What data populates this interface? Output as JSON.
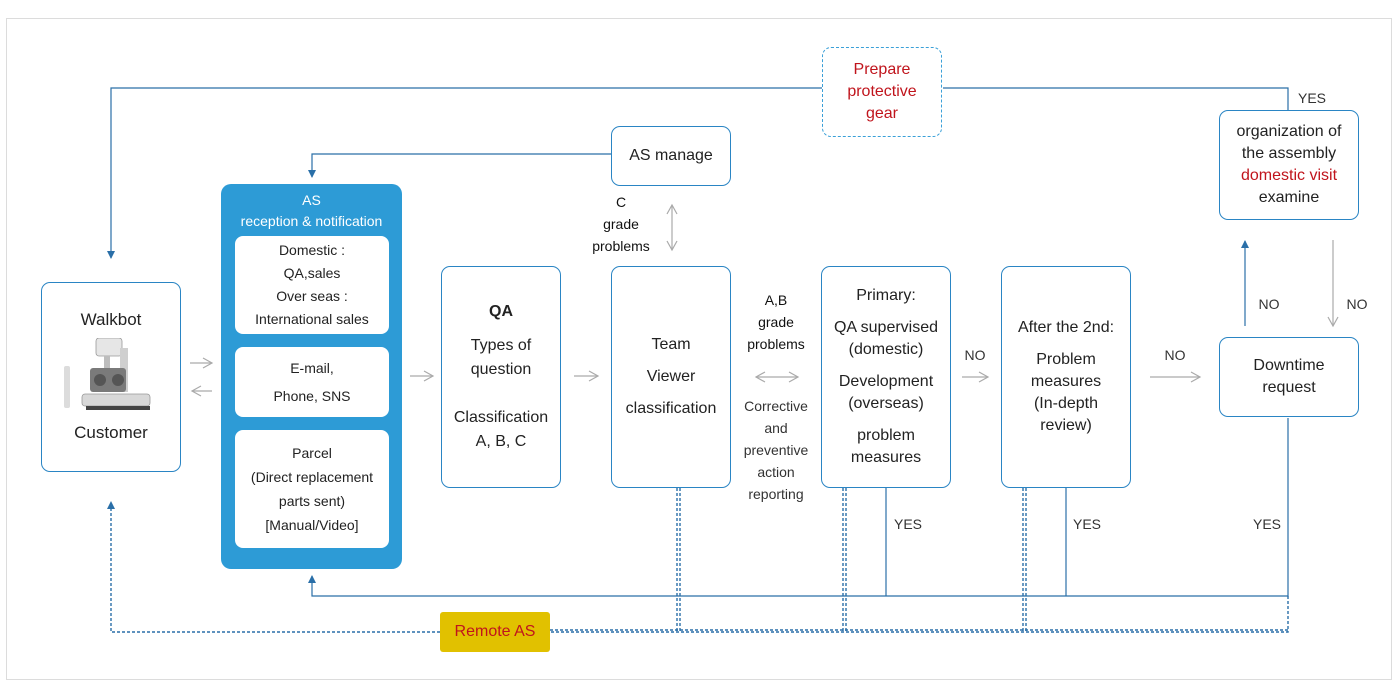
{
  "customer": {
    "title": "Walkbot",
    "subtitle": "Customer"
  },
  "prepare": {
    "lines": [
      "Prepare",
      "protective",
      "gear"
    ]
  },
  "as_manage": {
    "label": "AS manage"
  },
  "c_grade": {
    "lines": [
      "C",
      "grade",
      "problems"
    ]
  },
  "as_reception": {
    "title_lines": [
      "AS",
      "reception & notification"
    ],
    "domestic_lines": [
      "Domestic :",
      "QA,sales",
      "Over seas :",
      "International sales"
    ],
    "contact_lines": [
      "E-mail,",
      "Phone, SNS"
    ],
    "parcel_lines": [
      "Parcel",
      "(Direct replacement",
      "parts sent)",
      "[Manual/Video]"
    ]
  },
  "qa_box": {
    "title": "QA",
    "lines1": [
      "Types of",
      "question"
    ],
    "lines2": [
      "Classification",
      "A, B, C"
    ]
  },
  "team_viewer": {
    "lines": [
      "Team",
      "Viewer",
      "classification"
    ]
  },
  "ab_grade": {
    "lines": [
      "A,B",
      "grade",
      "problems"
    ]
  },
  "corrective": {
    "lines": [
      "Corrective",
      "and",
      "preventive",
      "action",
      "reporting"
    ]
  },
  "primary": {
    "lines": [
      "Primary:",
      "QA supervised",
      "(domestic)",
      "Development",
      "(overseas)",
      "problem",
      "measures"
    ]
  },
  "second": {
    "lines": [
      "After the 2nd:",
      "Problem",
      "measures",
      "(In-depth",
      "review)"
    ]
  },
  "organization": {
    "lines": [
      "organization of",
      "the assembly",
      "domestic visit",
      "examine"
    ]
  },
  "downtime": {
    "lines": [
      "Downtime",
      "request"
    ]
  },
  "labels": {
    "no1": "NO",
    "no2": "NO",
    "no3": "NO",
    "no4": "NO",
    "yes_top": "YES",
    "yes1": "YES",
    "yes2": "YES",
    "yes3": "YES"
  },
  "remote": {
    "label": "Remote AS"
  },
  "colors": {
    "line": "#2a6fa8",
    "accent": "#2d9bd6",
    "red": "#c0141c",
    "remote_bg": "#e1c100",
    "arrow_gray": "#aaaaaa"
  }
}
